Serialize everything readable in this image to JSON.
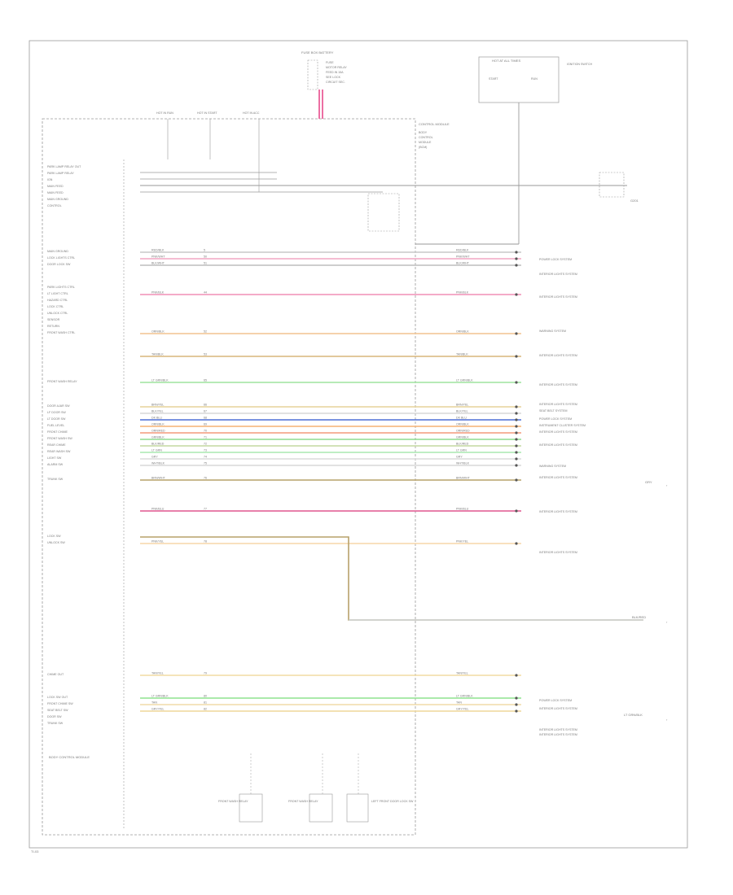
{
  "footer": {
    "code": "TI-03"
  },
  "diagram": {
    "top_fuse_block": {
      "title": "FUSE BOX BATTERY",
      "lines": [
        "FUSE",
        "MOTOR RELAY",
        "FEED IN 15A",
        "SEE LOCK",
        "CIRCUIT SEC."
      ]
    },
    "ignition_switch": {
      "title": "HOT AT ALL TIMES",
      "labels": [
        "IGNITION SWITCH",
        "START",
        "RUN"
      ]
    },
    "module_header": {
      "text": "CONTROL MODULE",
      "lines": [
        "BODY",
        "CONTROL",
        "MODULE",
        "(BCM)"
      ]
    },
    "bcm_top_labels": [
      "HOT IN RUN",
      "HOT IN START",
      "HOT IN ACC"
    ],
    "right_ground": {
      "label": "G201"
    },
    "module_footer": {
      "text": "BODY CONTROL MODULE"
    },
    "connectors": [
      {
        "label": "FRONT WASH RELAY"
      },
      {
        "label": "FRONT WASH RELAY"
      },
      {
        "label": "LEFT FRONT DOOR LOCK SW"
      }
    ],
    "left_pins": [
      "PARK LAMP RELAY OUT",
      "PARK LAMP RELAY",
      "IGN",
      "MAIN FEED",
      "MAIN FEED",
      "MAIN GROUND",
      "CONTROL",
      "MAIN GROUND",
      "LOCK LIGHTS CTRL",
      "DOOR LOCK SW",
      "PARK LIGHTS CTRL",
      "LT LIGHT CTRL",
      "HAZARD CTRL",
      "LOCK CTRL",
      "UNLOCK CTRL",
      "SENSOR",
      "RETURN",
      "FRONT WASH CTRL",
      "FRONT WASH RELAY",
      "DOOR AJAR SW",
      "LF DOOR SW",
      "LT DOOR SW",
      "FUEL LEVEL",
      "FRONT CHIME",
      "FRONT WASH SW",
      "REAR CHIME",
      "REAR WASH SW",
      "LIGHT SW",
      "ALARM SW",
      "TRUNK SW",
      "LOCK SW",
      "UNLOCK SW",
      "CHIME OUT",
      "LOCK SW OUT",
      "FRONT CHIME SW",
      "SEAT BELT SW",
      "DOOR SW",
      "TRUNK SW"
    ],
    "wires": [
      {
        "name": "RED/BLK",
        "code": "5",
        "color": "#c9c9c9"
      },
      {
        "name": "PNK/WHT",
        "code": "50",
        "color": "#f2a6c3"
      },
      {
        "name": "BLK/WHT",
        "code": "51",
        "color": "#bdbdbd"
      },
      {
        "name": "PNK/BLK",
        "code": "44",
        "color": "#f08fb6"
      },
      {
        "name": "ORN/BLK",
        "code": "52",
        "color": "#f2c48f"
      },
      {
        "name": "TAN/BLK",
        "code": "53",
        "color": "#d9b67a"
      },
      {
        "name": "LT GRN/BLK",
        "code": "65",
        "color": "#9ee39e"
      },
      {
        "name": "BRN/YEL",
        "code": "66",
        "color": "#e6d39a"
      },
      {
        "name": "BLK/YEL",
        "code": "67",
        "color": "#d7d7d7"
      },
      {
        "name": "DK BLU",
        "code": "68",
        "color": "#4d6fd6"
      },
      {
        "name": "ORN/BLK",
        "code": "69",
        "color": "#f5b274"
      },
      {
        "name": "ORN/RED",
        "code": "70",
        "color": "#f39a7c"
      },
      {
        "name": "GRN/BLK",
        "code": "71",
        "color": "#8fdc8f"
      },
      {
        "name": "BLK/RED",
        "code": "72",
        "color": "#c3d9a0"
      },
      {
        "name": "LT GRN",
        "code": "73",
        "color": "#a8e8b0"
      },
      {
        "name": "GRY",
        "code": "74",
        "color": "#dcdcdc"
      },
      {
        "name": "WHT/BLK",
        "code": "75",
        "color": "#d8d8d8"
      },
      {
        "name": "BRN/WHT",
        "code": "76",
        "color": "#b7a26a"
      },
      {
        "name": "PNK/BLU",
        "code": "77",
        "color": "#e0568f"
      },
      {
        "name": "PNK/YEL",
        "code": "78",
        "color": "#f7d6a8"
      },
      {
        "name": "TAN/YEL",
        "code": "79",
        "color": "#f2dba3"
      },
      {
        "name": "LT GRN/BLK",
        "code": "80",
        "color": "#8fe38f"
      },
      {
        "name": "TAN",
        "code": "81",
        "color": "#f0dba8"
      },
      {
        "name": "GRY/YEL",
        "code": "82",
        "color": "#efd79a"
      }
    ],
    "right_destinations": [
      "POWER LOCK SYSTEM",
      "INTERIOR LIGHTS SYSTEM",
      "INTERIOR LIGHTS SYSTEM",
      "WARNING SYSTEM",
      "INTERIOR LIGHTS SYSTEM",
      "INTERIOR LIGHTS SYSTEM",
      "INTERIOR LIGHTS SYSTEM",
      "SEAT BELT SYSTEM",
      "POWER LOCK SYSTEM",
      "INSTRUMENT CLUSTER SYSTEM",
      "INTERIOR LIGHTS SYSTEM",
      "INTERIOR LIGHTS SYSTEM",
      "WARNING SYSTEM",
      "INTERIOR LIGHTS SYSTEM",
      "INTERIOR LIGHTS SYSTEM",
      "INTERIOR LIGHTS SYSTEM",
      "POWER LOCK SYSTEM",
      "INTERIOR LIGHTS SYSTEM",
      "INTERIOR LIGHTS SYSTEM",
      "INTERIOR LIGHTS SYSTEM"
    ],
    "offpage": [
      {
        "label": "GRY"
      },
      {
        "label": "BLK/RED"
      },
      {
        "label": "LT GRN/BLK"
      }
    ]
  }
}
